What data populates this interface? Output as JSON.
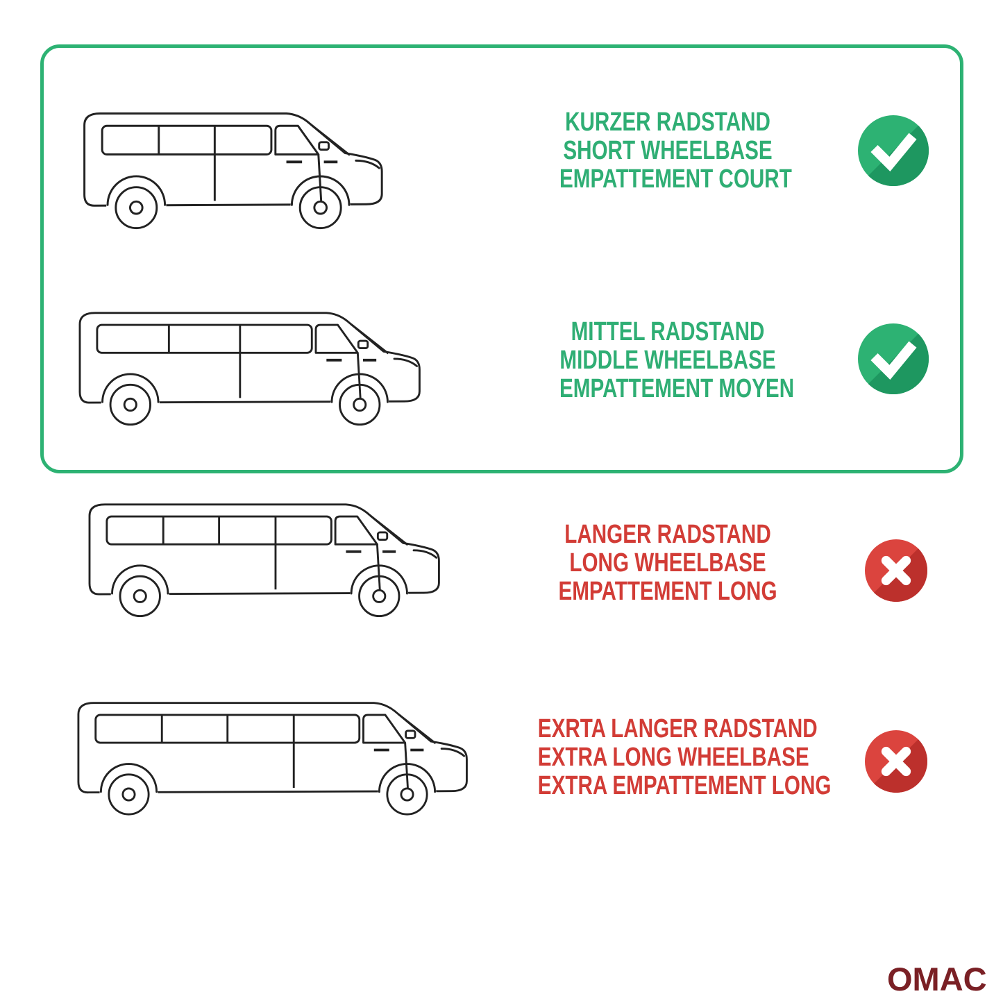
{
  "rows": [
    {
      "variant": "short-wheelbase",
      "lines": [
        "KURZER RADSTAND",
        "SHORT WHEELBASE",
        "EMPATTEMENT COURT"
      ],
      "status": "check",
      "icon": "check-icon"
    },
    {
      "variant": "middle-wheelbase",
      "lines": [
        "MITTEL RADSTAND",
        "MIDDLE WHEELBASE",
        "EMPATTEMENT MOYEN"
      ],
      "status": "check",
      "icon": "check-icon"
    },
    {
      "variant": "long-wheelbase",
      "lines": [
        "LANGER RADSTAND",
        "LONG WHEELBASE",
        "EMPATTEMENT LONG"
      ],
      "status": "cross",
      "icon": "cross-icon"
    },
    {
      "variant": "extra-long-wheelbase",
      "lines": [
        "EXRTA LANGER RADSTAND",
        "EXTRA LONG WHEELBASE",
        "EXTRA EMPATTEMENT LONG"
      ],
      "status": "cross",
      "icon": "cross-icon"
    }
  ],
  "logo": {
    "text": "OMAC"
  },
  "colors": {
    "green": "#2DB273",
    "green_dark": "#1E9760",
    "green_text": "#2FAE74",
    "red": "#DB443E",
    "red_dark": "#BC302C",
    "red_text": "#D23C36",
    "logo": "#7A2025"
  }
}
